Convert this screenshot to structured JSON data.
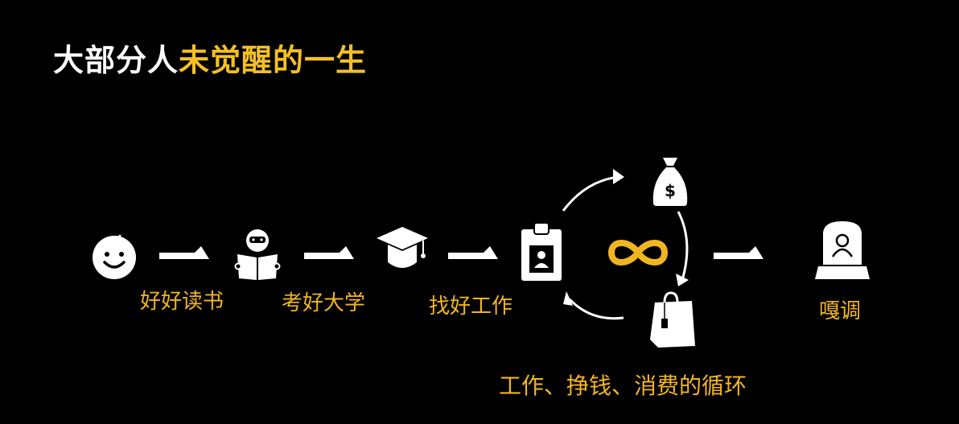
{
  "title": {
    "prefix": "大部分人",
    "highlight": "未觉醒的一生"
  },
  "steps": [
    {
      "icon": "baby-face-icon",
      "label": "好好读书"
    },
    {
      "icon": "reading-student-icon",
      "label": "考好大学"
    },
    {
      "icon": "graduation-cap-icon",
      "label": "找好工作"
    },
    {
      "icon": "id-badge-clipboard-icon",
      "label": ""
    },
    {
      "icon": "tombstone-icon",
      "label": "嘎调"
    }
  ],
  "cycle": {
    "label": "工作、挣钱、消费的循环",
    "icons": [
      "infinity-icon",
      "money-bag-icon",
      "shopping-bag-icon"
    ]
  },
  "colors": {
    "accent": "#f2b522",
    "background": "#000000",
    "icon": "#ffffff"
  }
}
